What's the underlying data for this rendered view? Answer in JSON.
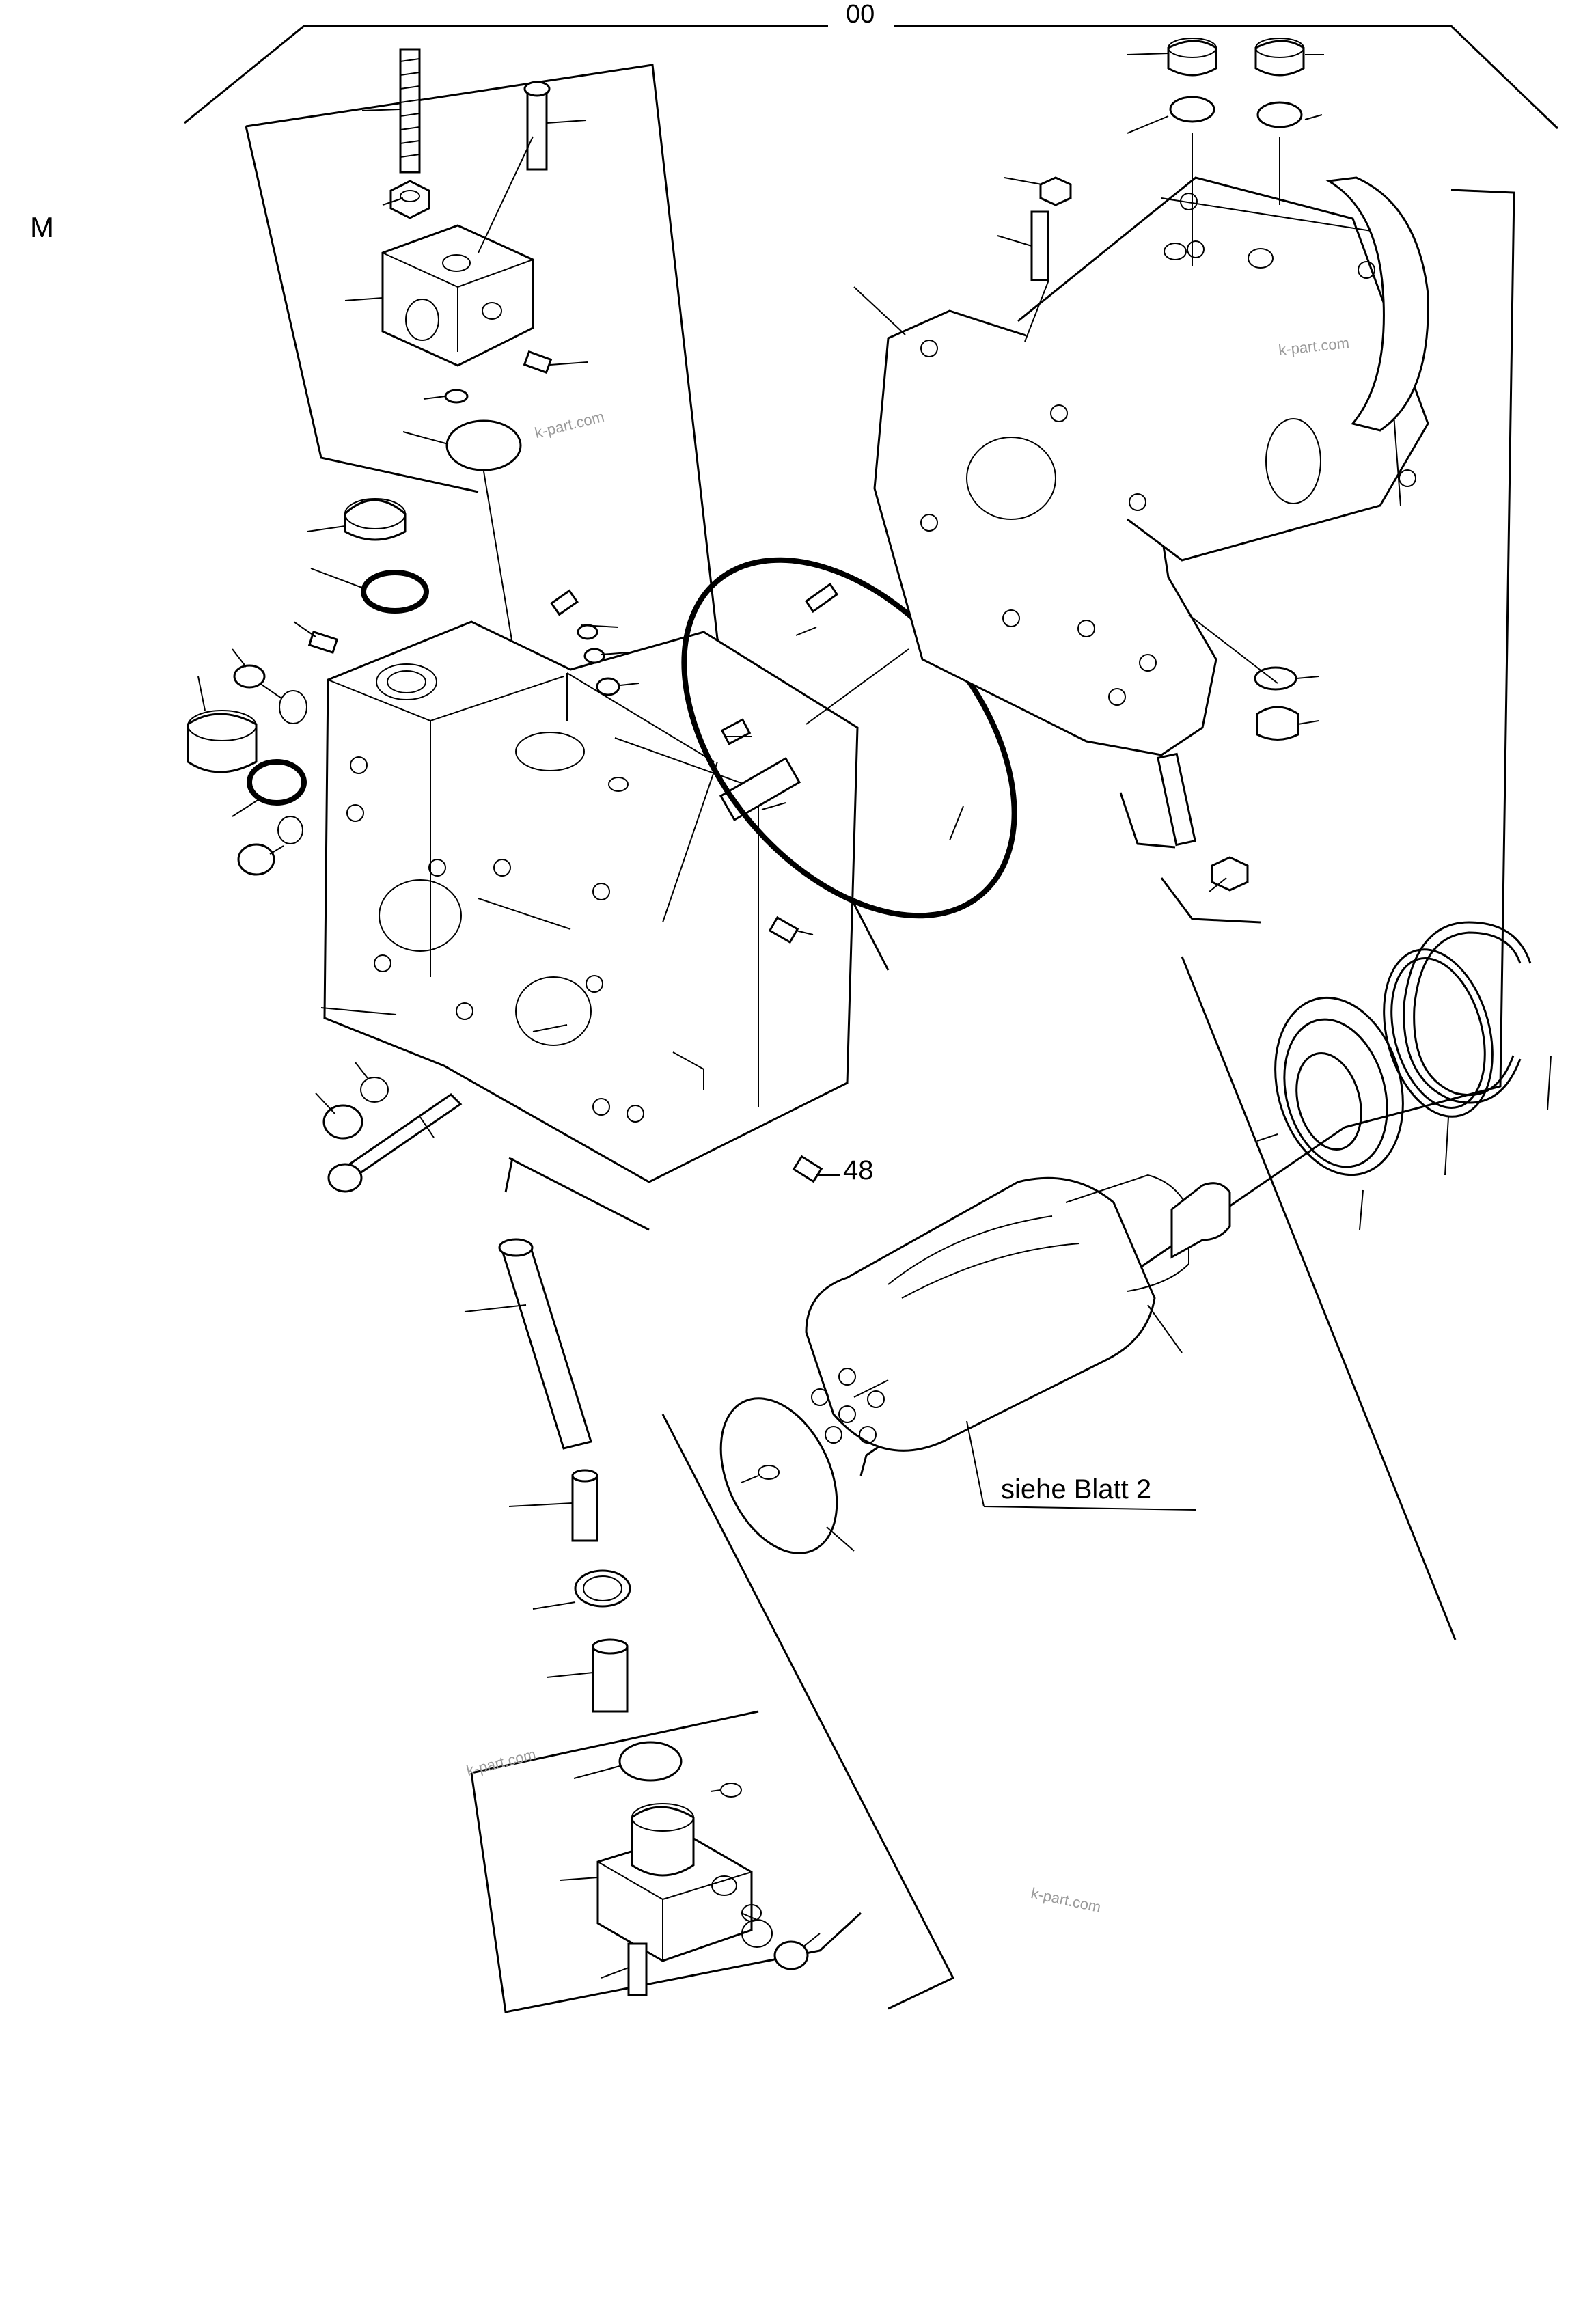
{
  "page": {
    "corner_label": "M",
    "group_number": "00",
    "callout_number": "48",
    "reference_note": "siehe Blatt 2",
    "watermark": "k-part.com"
  },
  "icons": [
    "exploded-view-drawing",
    "o-ring-icon",
    "screw-icon",
    "plug-icon",
    "circlip-icon"
  ]
}
